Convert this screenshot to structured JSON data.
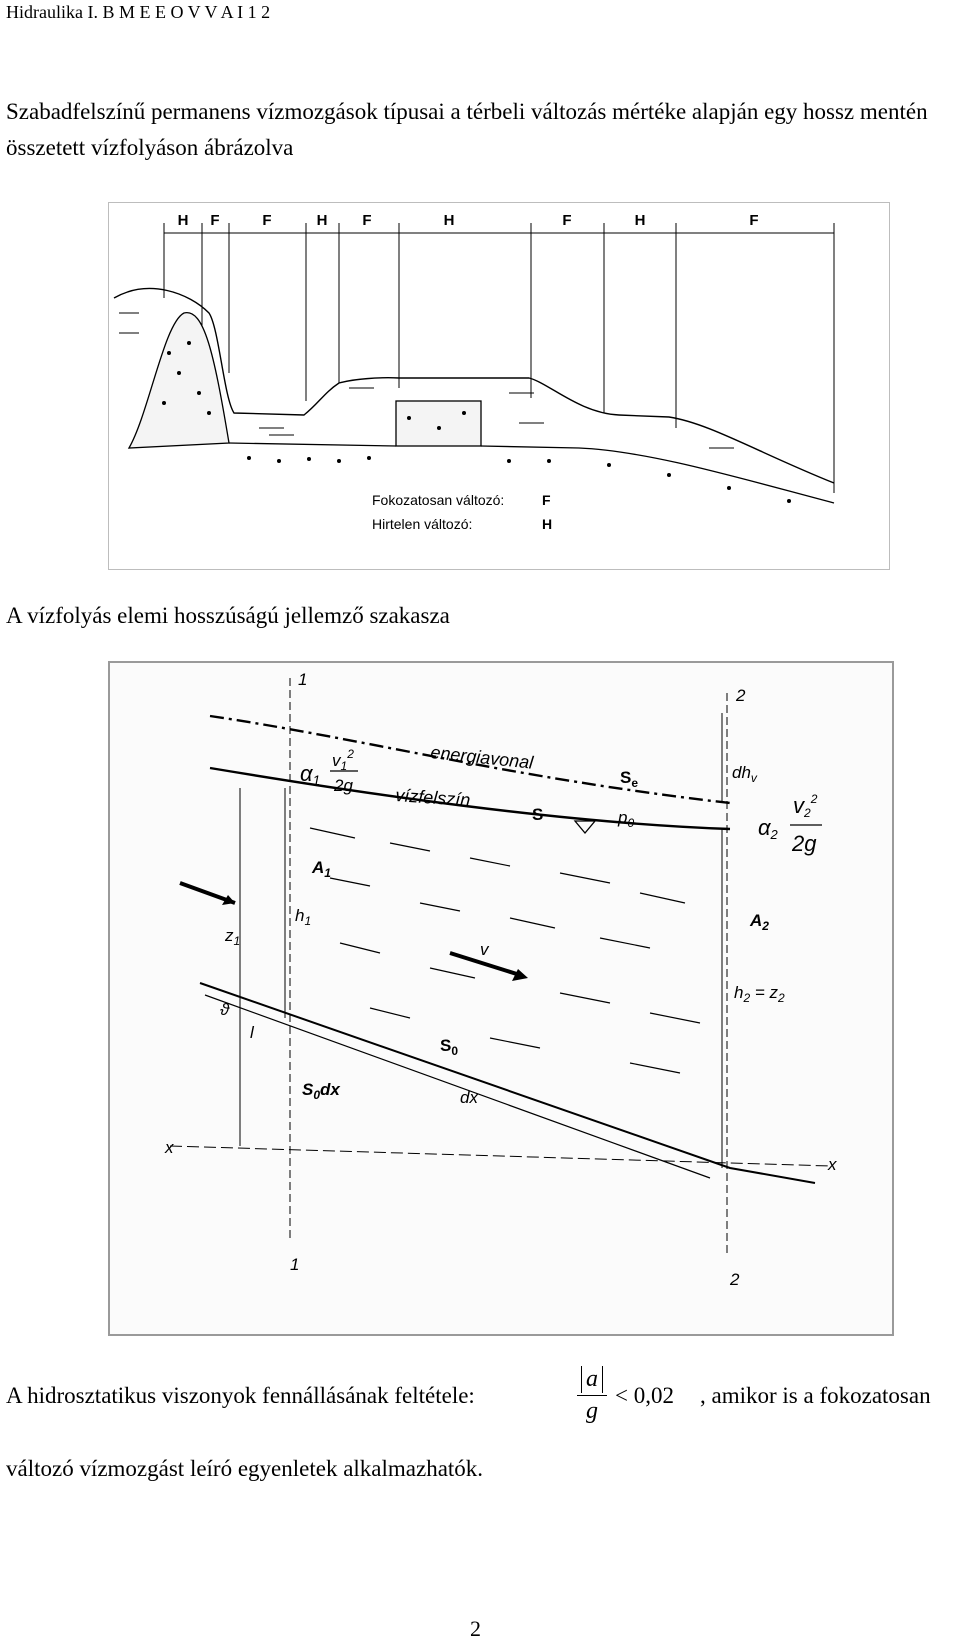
{
  "header": {
    "text": "Hidraulika I. B M E E O V V A I 1 2"
  },
  "section1": {
    "heading": "Szabadfelszínű permanens vízmozgások típusai a térbeli változás mértéke alapján egy hossz mentén összetett vízfolyáson ábrázolva"
  },
  "figure1": {
    "segment_labels": [
      "H",
      "F",
      "F",
      "H",
      "F",
      "H",
      "F",
      "H",
      "F"
    ],
    "legend": [
      {
        "text": "Fokozatosan változó:",
        "code": "F"
      },
      {
        "text": "Hirtelen változó:",
        "code": "H"
      }
    ]
  },
  "section2": {
    "heading": "A vízfolyás elemi hosszúságú jellemző szakasza"
  },
  "figure2": {
    "labels": {
      "sec1_top": "1",
      "sec2_top": "2",
      "sec1_bot": "1",
      "sec2_bot": "2",
      "energy": "energiavonal",
      "surface": "vízfelszín",
      "alpha1": "α",
      "alpha1_sub": "1",
      "v1": "v",
      "v1_sub": "1",
      "v1_sup": "2",
      "twog1": "2g",
      "Se": "S",
      "Se_sub": "e",
      "S": "S",
      "p0": "p",
      "p0_sub": "0",
      "dhv": "dh",
      "dhv_sub": "v",
      "alpha2": "α",
      "alpha2_sub": "2",
      "v2": "v",
      "v2_sub": "2",
      "v2_sup": "2",
      "twog2": "2g",
      "A1": "A",
      "A1_sub": "1",
      "A2": "A",
      "A2_sub": "2",
      "h1": "h",
      "h1_sub": "1",
      "z1": "z",
      "z1_sub": "1",
      "v": "v",
      "h2z2_h": "h",
      "h2z2_hsub": "2",
      "h2z2_eq": " = ",
      "h2z2_z": "z",
      "h2z2_zsub": "2",
      "theta": "ϑ",
      "l": "l",
      "S0": "S",
      "S0_sub": "0",
      "S0dx": "S",
      "S0dx_sub": "0",
      "S0dx_tail": "dx",
      "dx": "dx",
      "x_left": "x",
      "x_right": "x"
    }
  },
  "section3": {
    "text_before": "A hidrosztatikus viszonyok fennállásának feltétele:",
    "frac_num": "a",
    "frac_den": "g",
    "comparison": "< 0,02",
    "text_after": ", amikor is a fokozatosan",
    "line2": "változó vízmozgást leíró egyenletek alkalmazhatók."
  },
  "page_number": "2"
}
